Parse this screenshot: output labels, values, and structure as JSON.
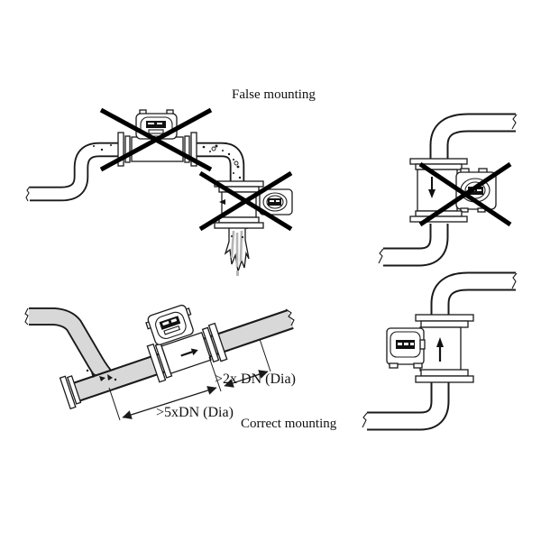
{
  "figure": {
    "description": "Electromagnetic flow meter mounting instructions: false vs correct pipe mounting positions"
  },
  "labels": {
    "false_mounting": "False mounting",
    "correct_mounting": "Correct mounting",
    "dim_downstream": ">2x DN (Dia)",
    "dim_upstream": ">5xDN (Dia)"
  },
  "icons": {
    "prohibition_cross": "✕",
    "flow_arrow_right": "→",
    "flow_arrow_down": "↓",
    "flow_arrow_up": "↑"
  },
  "colors": {
    "background": "#ffffff",
    "line_art": "#1a1a1a",
    "prohibition_cross": "#000000",
    "shaded_pipe_fill": "#d8d8d8",
    "display_fill": "#111111"
  },
  "diagrams": [
    {
      "name": "false-horizontal-high-point",
      "crossed_out": true,
      "flow_arrow": "right",
      "note_visible": "meter at pipe high point and on downward free-discharge leg, both crossed out"
    },
    {
      "name": "false-vertical-downward-flow",
      "crossed_out": true,
      "flow_arrow": "down"
    },
    {
      "name": "correct-horizontal-run",
      "crossed_out": false,
      "flow_arrow": "right"
    },
    {
      "name": "correct-vertical-upward-flow",
      "crossed_out": false,
      "flow_arrow": "up"
    }
  ]
}
